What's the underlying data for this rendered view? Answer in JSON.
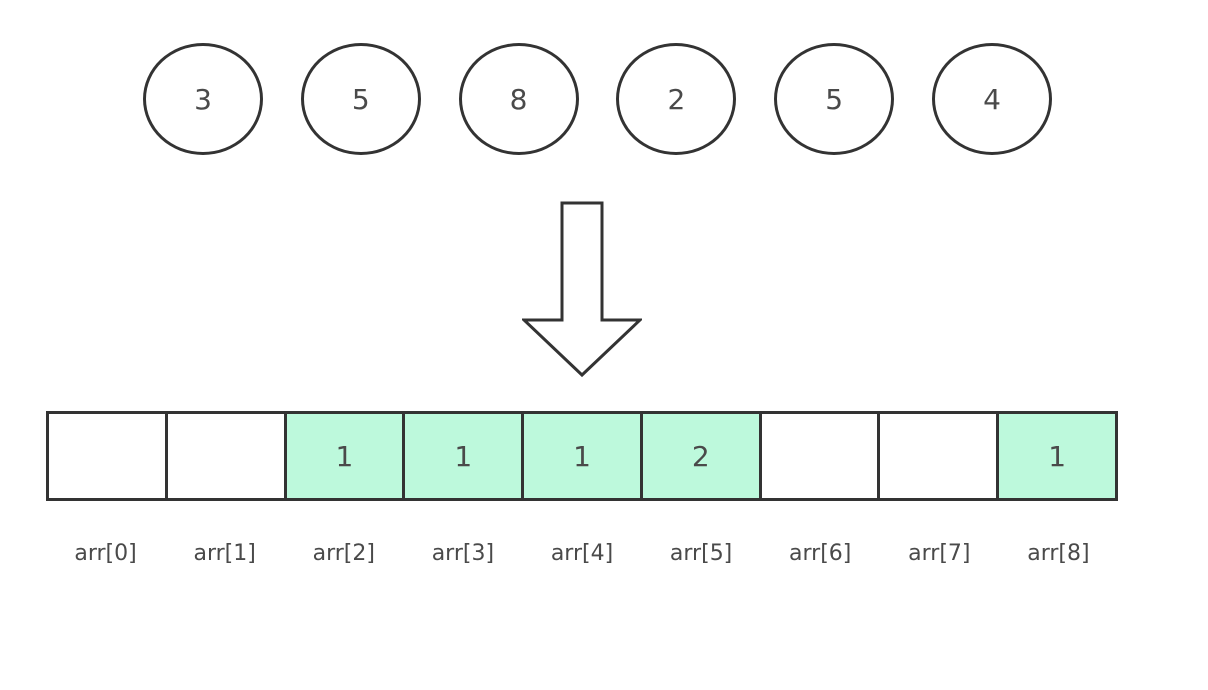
{
  "diagram": {
    "circles": {
      "values": [
        "3",
        "5",
        "8",
        "2",
        "5",
        "4"
      ]
    },
    "arrow": {
      "direction": "down"
    },
    "array": {
      "cells": [
        {
          "label": "arr[0]",
          "value": "",
          "highlighted": false
        },
        {
          "label": "arr[1]",
          "value": "",
          "highlighted": false
        },
        {
          "label": "arr[2]",
          "value": "1",
          "highlighted": true
        },
        {
          "label": "arr[3]",
          "value": "1",
          "highlighted": true
        },
        {
          "label": "arr[4]",
          "value": "1",
          "highlighted": true
        },
        {
          "label": "arr[5]",
          "value": "2",
          "highlighted": true
        },
        {
          "label": "arr[6]",
          "value": "",
          "highlighted": false
        },
        {
          "label": "arr[7]",
          "value": "",
          "highlighted": false
        },
        {
          "label": "arr[8]",
          "value": "1",
          "highlighted": true
        }
      ]
    },
    "colors": {
      "stroke": "#333333",
      "text": "#4a4a4a",
      "highlight_fill": "#bdf9dc",
      "background": "#ffffff"
    }
  }
}
